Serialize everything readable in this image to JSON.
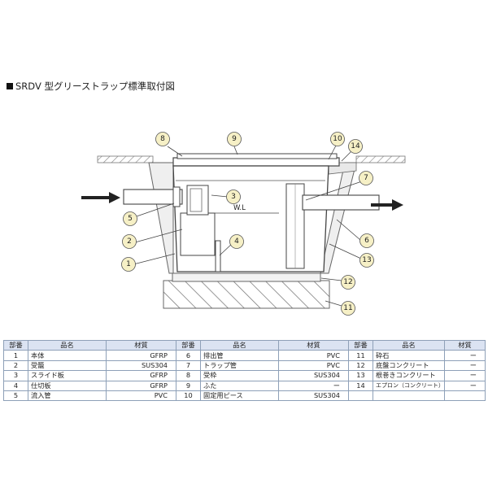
{
  "title": "SRDV 型グリーストラップ標準取付図",
  "diagram": {
    "water_level_label": "W.L",
    "callouts": [
      "1",
      "2",
      "3",
      "4",
      "5",
      "6",
      "7",
      "8",
      "9",
      "10",
      "11",
      "12",
      "13",
      "14"
    ]
  },
  "table": {
    "headers": [
      "部番",
      "品名",
      "材質",
      "部番",
      "品名",
      "材質",
      "部番",
      "品名",
      "材質"
    ],
    "rows": [
      [
        "1",
        "本体",
        "GFRP",
        "6",
        "排出管",
        "PVC",
        "11",
        "砕石",
        "ー"
      ],
      [
        "2",
        "受籠",
        "SUS304",
        "7",
        "トラップ管",
        "PVC",
        "12",
        "底盤コンクリート",
        "ー"
      ],
      [
        "3",
        "スライド板",
        "GFRP",
        "8",
        "受枠",
        "SUS304",
        "13",
        "根巻きコンクリート",
        "ー"
      ],
      [
        "4",
        "仕切板",
        "GFRP",
        "9",
        "ふた",
        "ー",
        "14",
        "エプロン（コンクリート）",
        "ー"
      ],
      [
        "5",
        "流入管",
        "PVC",
        "10",
        "固定用ピース",
        "SUS304",
        "",
        "",
        ""
      ]
    ]
  }
}
